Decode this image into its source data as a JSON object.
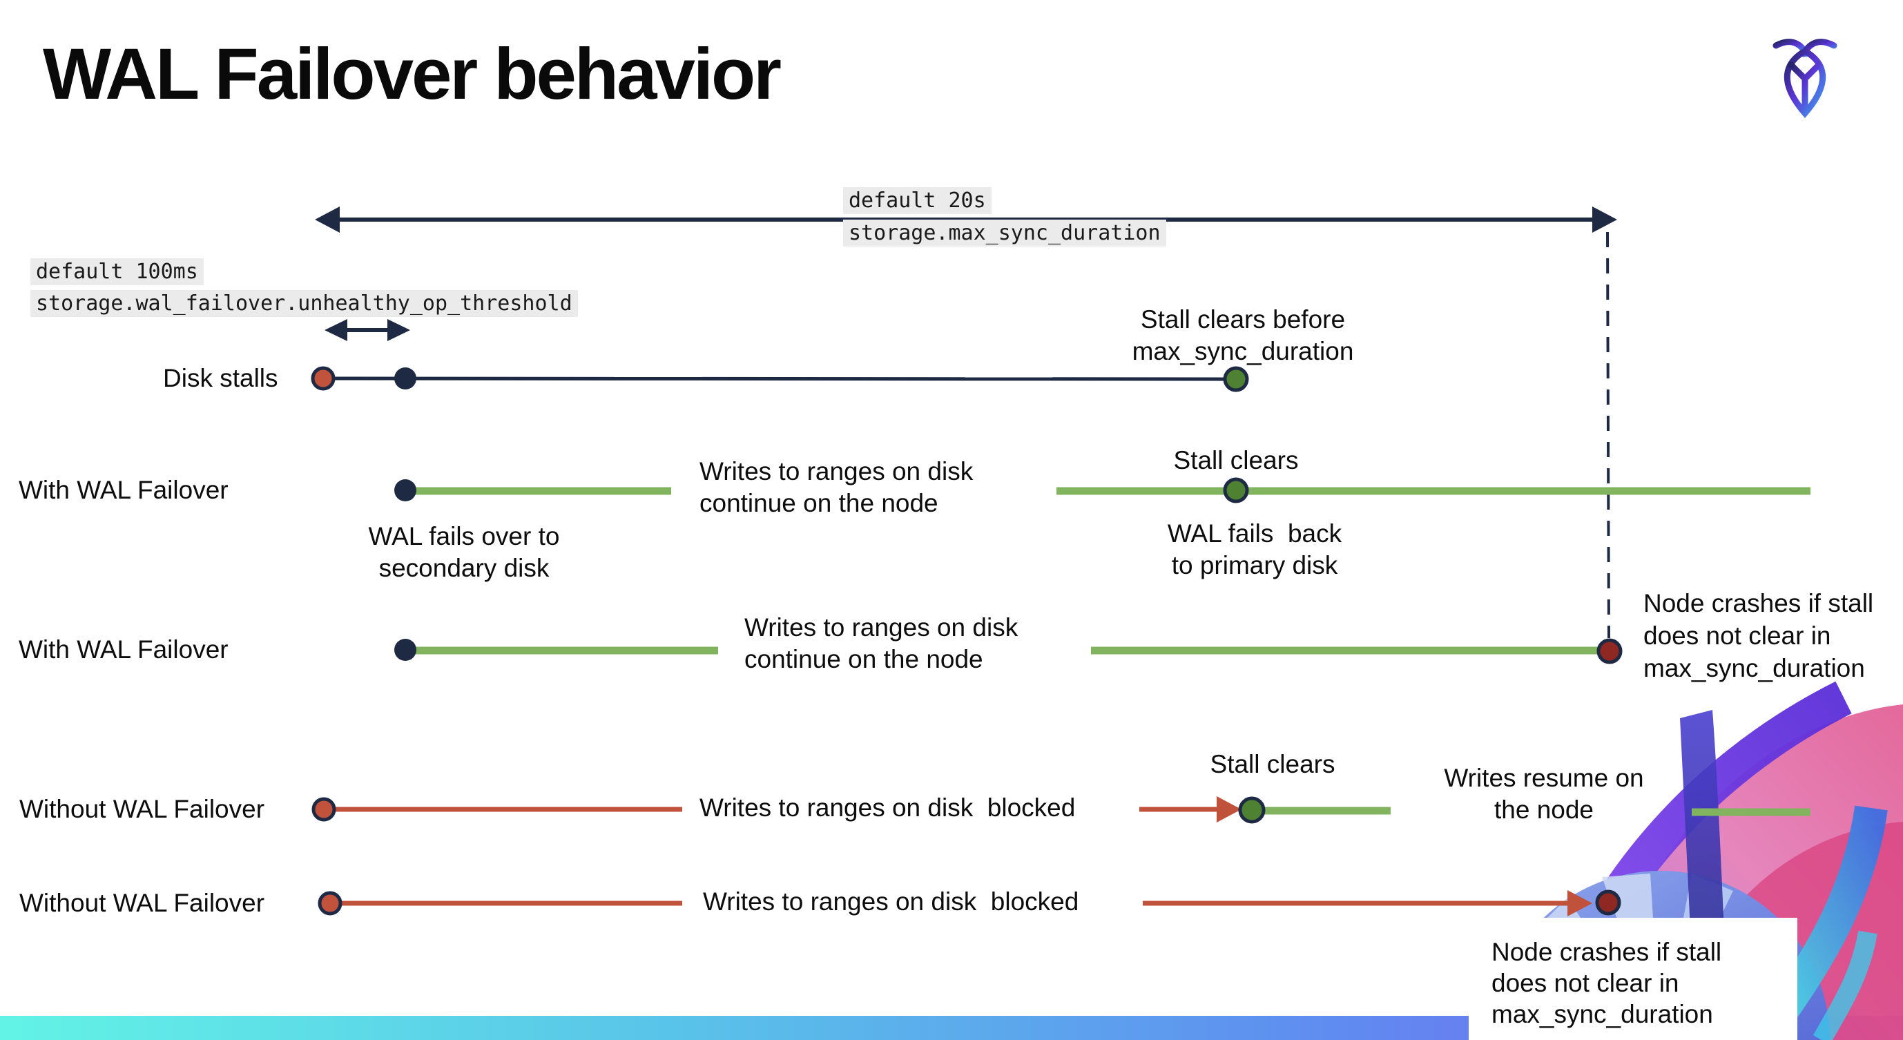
{
  "page": {
    "title": "WAL Failover behavior"
  },
  "logo": {
    "icon": "cockroachdb-logo"
  },
  "settings_callouts": {
    "max_sync_duration": {
      "default_label": "default 20s",
      "setting_name": "storage.max_sync_duration"
    },
    "unhealthy_op_threshold": {
      "default_label": "default 100ms",
      "setting_name": "storage.wal_failover.unhealthy_op_threshold"
    }
  },
  "rows": [
    {
      "label": "Disk stalls",
      "events": {
        "end_note": "Stall clears before\nmax_sync_duration"
      }
    },
    {
      "label": "With WAL Failover",
      "events": {
        "failover_note": "WAL fails over to\nsecondary disk",
        "mid_note": "Writes to ranges on disk\ncontinue on the node",
        "stall_note": "Stall clears",
        "failback_note": "WAL fails  back\nto primary disk"
      }
    },
    {
      "label": "With WAL Failover",
      "events": {
        "mid_note": "Writes to ranges on disk\ncontinue on the node",
        "crash_note": "Node crashes if stall\ndoes not clear in\nmax_sync_duration"
      }
    },
    {
      "label": "Without WAL Failover",
      "events": {
        "blocked_note": "Writes to ranges on disk  blocked",
        "stall_note": "Stall clears",
        "resume_note": "Writes resume on\nthe node"
      }
    },
    {
      "label": "Without WAL Failover",
      "events": {
        "blocked_note": "Writes to ranges on disk  blocked",
        "crash_note": "Node crashes if stall\ndoes not clear in\nmax_sync_duration"
      }
    }
  ],
  "colors": {
    "navy": "#1e2a44",
    "stall_dot_red": "#c1523c",
    "crash_dot_red": "#8f2723",
    "clear_dot_green": "#4e8132",
    "green_line": "#82b35f",
    "red_line": "#c0513b",
    "code_background": "#ebebeb",
    "bottom_bar_gradient": [
      "#62f3e6",
      "#59c4e9",
      "#5f8cf0",
      "#7d5cf0"
    ]
  }
}
